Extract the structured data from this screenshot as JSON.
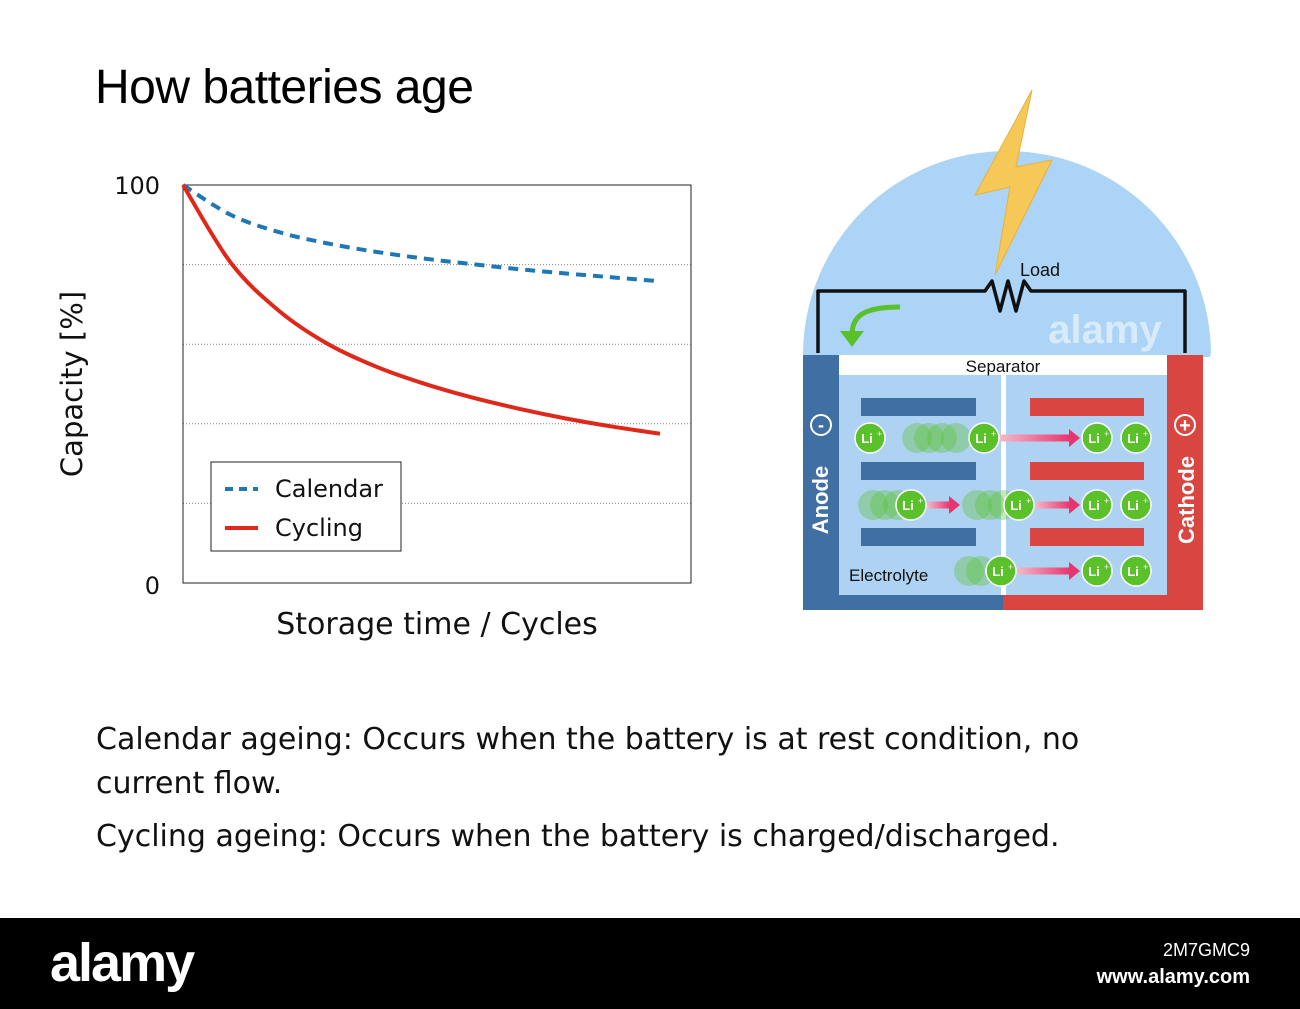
{
  "title": "How batteries age",
  "chart_data": {
    "type": "line",
    "xlabel": "Storage time / Cycles",
    "ylabel": "Capacity [%]",
    "ylim": [
      0,
      100
    ],
    "y_ticks": [
      "0",
      "100"
    ],
    "grid": "horizontal dotted",
    "legend_position": "bottom-left",
    "x": [
      0,
      1,
      2,
      3,
      4,
      5,
      6,
      7,
      8,
      9,
      10
    ],
    "series": [
      {
        "name": "Calendar",
        "style": "dashed",
        "color": "#1f77b4",
        "values": [
          100,
          92.5,
          88.2,
          85.4,
          83.3,
          81.6,
          80.2,
          78.9,
          77.8,
          76.8,
          75.8
        ]
      },
      {
        "name": "Cycling",
        "style": "solid",
        "color": "#e0281a",
        "values": [
          100,
          80.5,
          68.5,
          60.3,
          54.6,
          50.3,
          46.8,
          43.9,
          41.4,
          39.3,
          37.5
        ]
      }
    ]
  },
  "diagram": {
    "load_label": "Load",
    "separator_label": "Separator",
    "anode_label": "Anode",
    "cathode_label": "Cathode",
    "anode_sign": "-",
    "cathode_sign": "+",
    "electrolyte_label": "Electrolyte",
    "ion_label": "Li",
    "ion_superscript": "+",
    "watermark": "alamy",
    "colors": {
      "anode": "#3f6fa3",
      "cathode": "#d94540",
      "electrolyte": "#aed3f2",
      "circle": "#acd4f6",
      "ion": "#5ac12b",
      "bolt": "#f6c858"
    }
  },
  "descriptions": {
    "calendar": "Calendar ageing: Occurs when the battery is at rest condition, no current flow.",
    "cycling": "Cycling ageing: Occurs when the battery is charged/discharged."
  },
  "footer": {
    "logo": "alamy",
    "image_id": "2M7GMC9",
    "site": "www.alamy.com"
  }
}
